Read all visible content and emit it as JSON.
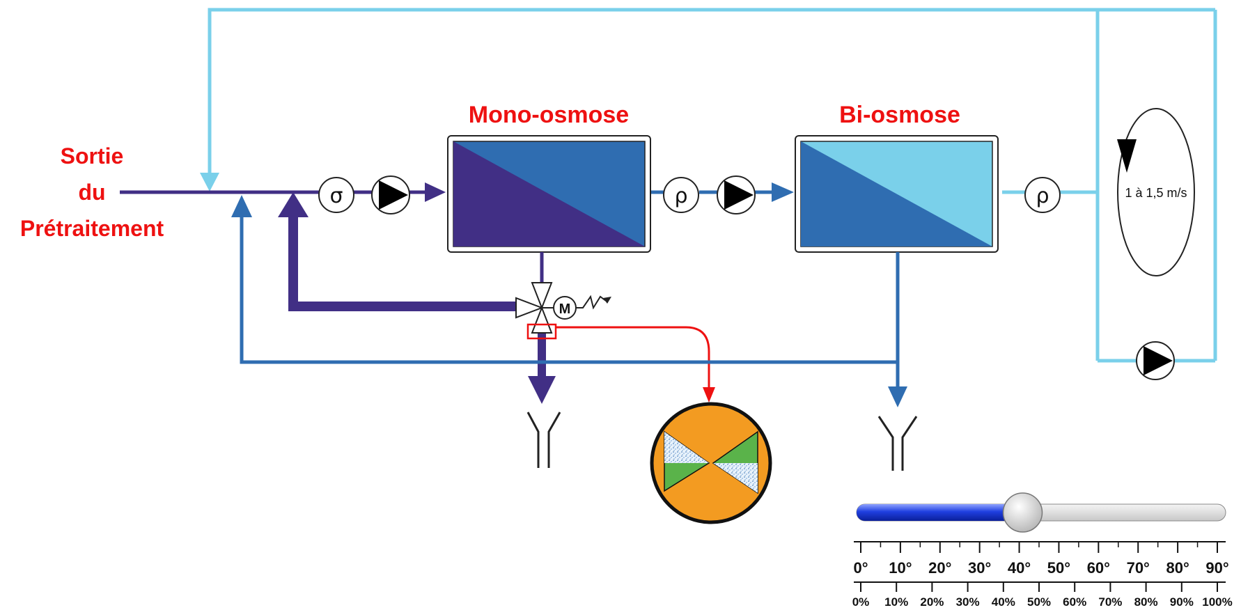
{
  "labels": {
    "inlet_line1": "Sortie",
    "inlet_line2": "du",
    "inlet_line3": "Prétraitement",
    "mono": "Mono-osmose",
    "bi": "Bi-osmose",
    "velocity": "1 à 1,5 m/s"
  },
  "symbols": {
    "conductivity": "σ",
    "resistivity_1": "ρ",
    "resistivity_2": "ρ",
    "motor": "M"
  },
  "valve_opening": {
    "slider_value_percent": 45,
    "degree_ticks": [
      "0°",
      "10°",
      "20°",
      "30°",
      "40°",
      "50°",
      "60°",
      "70°",
      "80°",
      "90°"
    ],
    "percent_ticks": [
      "0%",
      "10%",
      "20%",
      "30%",
      "40%",
      "50%",
      "60%",
      "70%",
      "80%",
      "90%",
      "100%"
    ]
  },
  "colors": {
    "dark_purple": "#412f85",
    "mid_blue": "#2f6db1",
    "light_blue": "#7ad0ea",
    "title_red": "#ee1111",
    "valve_orange": "#f39b21",
    "valve_green": "#5ab34a",
    "slider_blue": "#1f3fe0"
  }
}
